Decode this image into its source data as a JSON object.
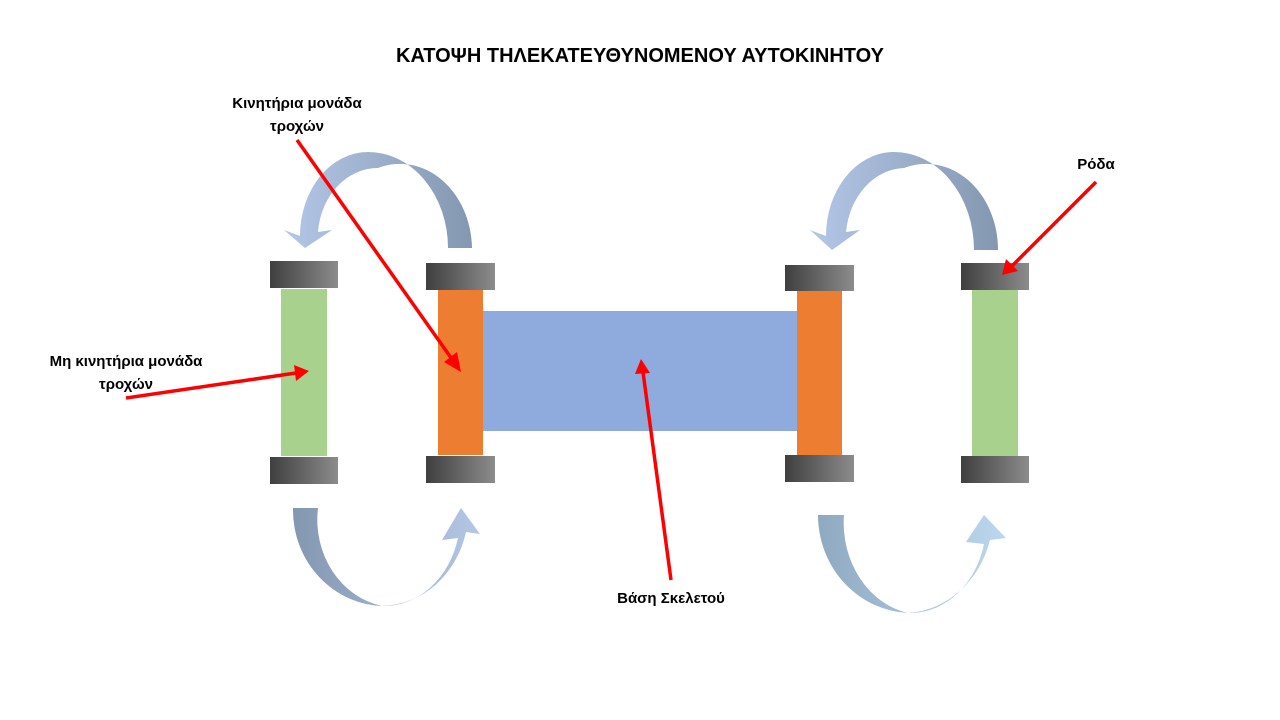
{
  "title": "ΚΑΤΟΨΗ ΤΗΛΕΚΑΤΕΥΘΥΝΟΜΕΝΟΥ ΑΥΤΟΚΙΝΗΤΟΥ",
  "labels": {
    "drive_unit": {
      "line1": "Κινητήρια μονάδα",
      "line2": "τροχών"
    },
    "non_drive_unit": {
      "line1": "Μη κινητήρια μονάδα",
      "line2": "τροχών"
    },
    "wheel": "Ρόδα",
    "chassis_base": "Βάση Σκελετού"
  },
  "colors": {
    "chassis": "#8faadc",
    "drive_unit": "#ed7d31",
    "non_drive_unit": "#a9d18e",
    "wheel_dark": "#3f3f3f",
    "wheel_light": "#8c8c8c",
    "arrow_light": "#b4c7e7",
    "arrow_dark": "#8497b0",
    "pointer": "#ff0000"
  }
}
